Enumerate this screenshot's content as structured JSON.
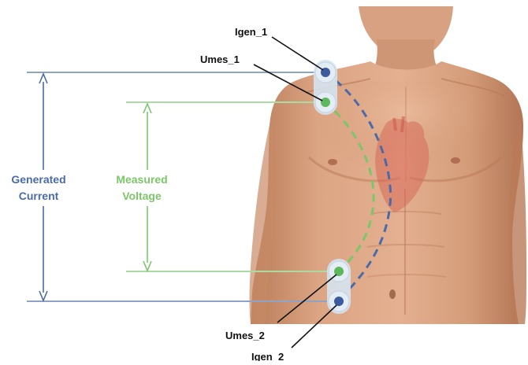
{
  "labels": {
    "igen_1": "Igen_1",
    "umes_1": "Umes_1",
    "umes_2": "Umes_2",
    "igen_2": "Igen_2",
    "generated": [
      "Generated",
      "Current"
    ],
    "measured": [
      "Measured",
      "Voltage"
    ]
  },
  "colors": {
    "current": "#4a6aa8",
    "current_line": "#8fa2c8",
    "voltage": "#7cc66a",
    "voltage_line": "#a8dca0",
    "electrode_pad": "#d6e3ef",
    "skin": "#d9a07d",
    "heart": "#d96a5a"
  },
  "icons": {
    "electrodes": "electrode-pad-icon",
    "heart": "heart-icon",
    "torso": "male-torso-figure"
  }
}
